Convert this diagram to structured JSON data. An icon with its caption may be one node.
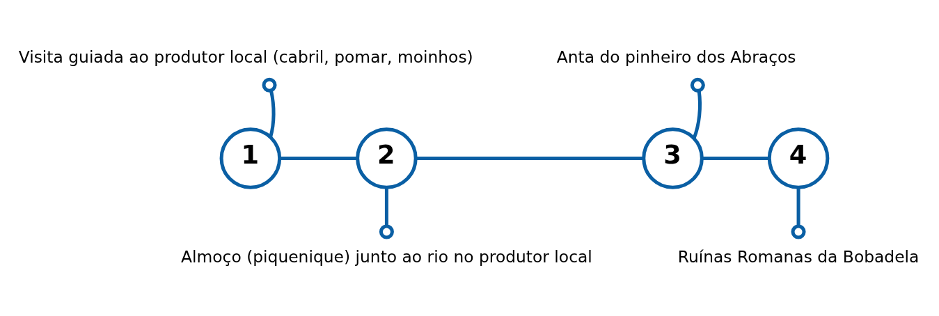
{
  "diagram": {
    "nodes": [
      {
        "text": [
          "1"
        ]
      },
      {
        "text": [
          "2"
        ]
      },
      {
        "text": [
          "3"
        ]
      },
      {
        "text": [
          "4"
        ]
      },
      {
        "text": [
          "Visita guiada ao produtor local (cabril, pomar, moinhos)"
        ]
      },
      {
        "text": [
          "Almoço (piquenique) junto ao rio no produtor local"
        ]
      },
      {
        "text": [
          "Anta do pinheiro dos Abraços"
        ]
      },
      {
        "text": [
          "Ruínas Romanas da Bobadela"
        ]
      }
    ],
    "edges": [
      {
        "from": 0,
        "to": 1,
        "arrow": "none"
      },
      {
        "from": 1,
        "to": 2,
        "arrow": "none"
      },
      {
        "from": 2,
        "to": 3,
        "arrow": "none"
      },
      {
        "from": 0,
        "to": 4,
        "arrow": "other"
      },
      {
        "from": 1,
        "to": 5,
        "arrow": "other"
      },
      {
        "from": 2,
        "to": 6,
        "arrow": "other"
      },
      {
        "from": 3,
        "to": 7,
        "arrow": "other"
      }
    ]
  }
}
